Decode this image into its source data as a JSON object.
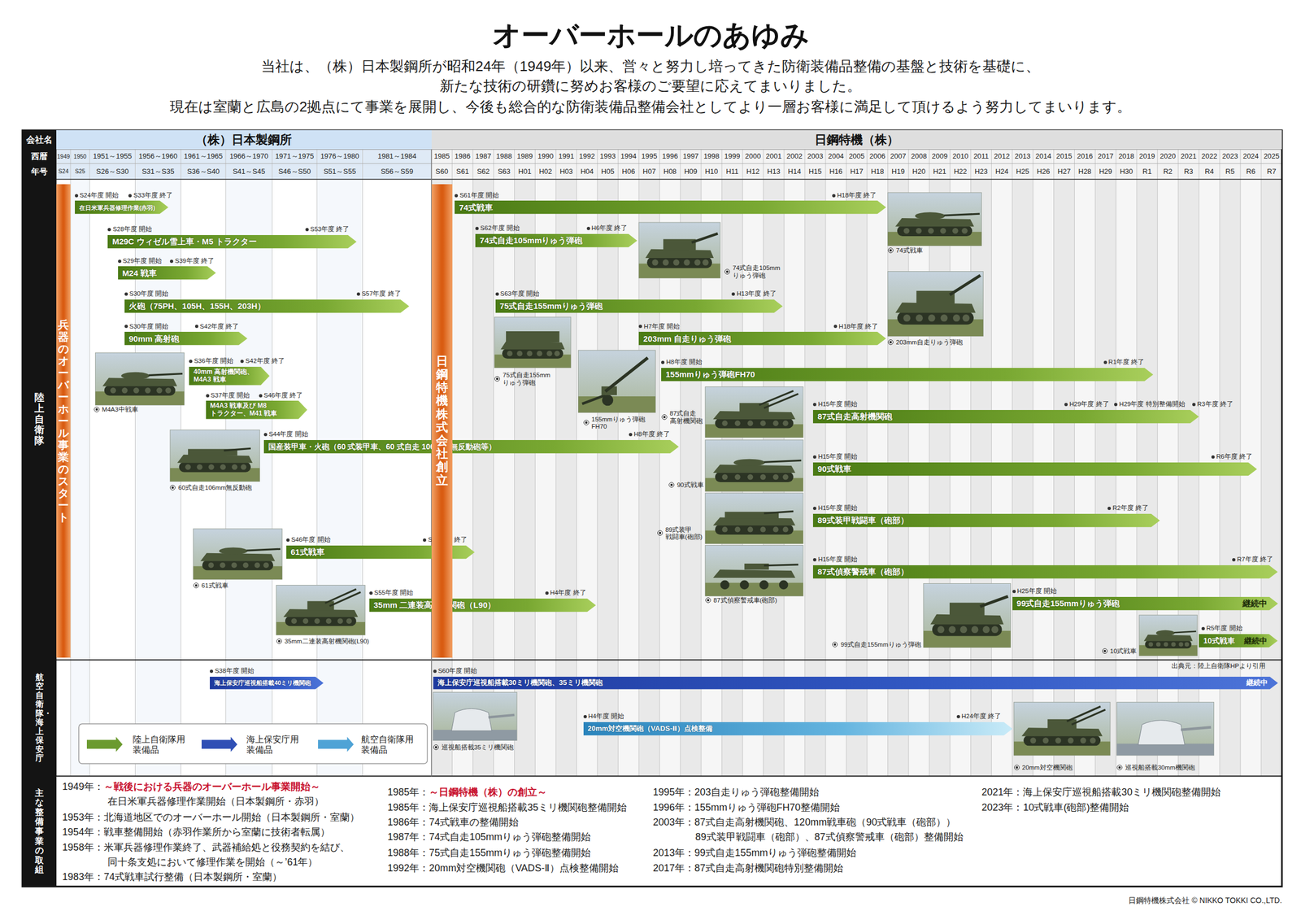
{
  "diagram": {
    "title": "オーバーホールのあゆみ",
    "nodes": [
      {
        "text": [
          "会社名"
        ]
      },
      {
        "text": [
          "（株）日本製鋼所"
        ]
      },
      {
        "text": [
          "日鋼特機（株）"
        ]
      },
      {
        "text": [
          "西暦"
        ]
      },
      {
        "text": [
          "年号"
        ]
      },
      {
        "text": [
          "陸上自衛隊"
        ]
      },
      {
        "text": [
          "兵器のオーバーホール事業のスタート"
        ]
      },
      {
        "text": [
          "在日米軍兵器修理作業(赤羽)",
          "S24年度 開始",
          "S33年度 終了"
        ]
      },
      {
        "text": [
          "M29C ウィゼル雪上車・M5 トラクター",
          "S28年度 開始",
          "S53年度 終了"
        ]
      },
      {
        "text": [
          "M24 戦車",
          "S29年度 開始",
          "S39年度 終了"
        ]
      },
      {
        "text": [
          "火砲（75PH、105H、155H、203H）",
          "S30年度 開始",
          "S57年度 終了"
        ]
      },
      {
        "text": [
          "90mm 高射砲",
          "S30年度 開始",
          "S42年度 終了"
        ]
      },
      {
        "text": [
          "40mm 高射機関砲、M4A3 戦車",
          "S36年度 開始",
          "S42年度 終了"
        ]
      },
      {
        "text": [
          "M4A3 戦車及び M8 トラクター、M41 戦車",
          "S37年度 開始",
          "S46年度 終了"
        ]
      },
      {
        "text": [
          "国産装甲車・火砲（60 式装甲車、60 式自走 106mm 無反動砲等）",
          "S44年度 開始",
          "H8年度 終了"
        ]
      },
      {
        "text": [
          "61式戦車",
          "S46年度 開始",
          "S61年度 終了"
        ]
      },
      {
        "text": [
          "35mm 二連装高射機関砲（L90）",
          "S55年度 開始",
          "H4年度 終了"
        ]
      },
      {
        "text": [
          "日鋼特機株式会社創立"
        ]
      },
      {
        "text": [
          "74式戦車",
          "S61年度 開始",
          "H18年度 終了"
        ]
      },
      {
        "text": [
          "74式自走105mmりゅう弾砲",
          "S62年度 開始",
          "H6年度 終了"
        ]
      },
      {
        "text": [
          "75式自走155mmりゅう弾砲",
          "S63年度 開始",
          "H13年度 終了"
        ]
      },
      {
        "text": [
          "203mm 自走りゅう弾砲",
          "H7年度 開始",
          "H18年度 終了"
        ]
      },
      {
        "text": [
          "155mmりゅう弾砲FH70",
          "H8年度 開始",
          "R1年度 終了"
        ]
      },
      {
        "text": [
          "87式自走高射機関砲",
          "H15年度 開始",
          "H29年度 終了",
          "H29年度 特別整備開始",
          "R3年度 終了"
        ]
      },
      {
        "text": [
          "90式戦車",
          "H15年度 開始",
          "R6年度 終了"
        ]
      },
      {
        "text": [
          "89式装甲戦闘車（砲部）",
          "H15年度 開始",
          "R2年度 終了"
        ]
      },
      {
        "text": [
          "87式偵察警戒車（砲部）",
          "H15年度 開始",
          "R7年度 終了"
        ]
      },
      {
        "text": [
          "99式自走155mmりゅう弾砲",
          "継続中",
          "H25年度 開始"
        ]
      },
      {
        "text": [
          "10式戦車",
          "継続中",
          "R5年度 開始"
        ]
      },
      {
        "text": [
          "航空自衛隊・海上保安庁"
        ]
      },
      {
        "text": [
          "海上保安庁巡視船搭載40ミリ機関砲",
          "S38年度 開始"
        ]
      },
      {
        "text": [
          "海上保安庁巡視船搭載30ミリ機関砲、35ミリ機関砲",
          "継続中",
          "S60年度 開始"
        ]
      },
      {
        "text": [
          "20mm対空機関砲（VADS-Ⅱ）点検整備",
          "H4年度 開始",
          "H24年度 終了"
        ]
      },
      {
        "text": [
          "主な整備事業の取組"
        ]
      }
    ],
    "labels": [
      "当社は、（株）日本製鋼所が昭和24年（1949年）以来、営々と努力し培ってきた防衛装備品整備の基盤と技術を基礎に、",
      "新たな技術の研鑽に努めお客様のご要望に応えてまいりました。",
      "現在は室蘭と広島の2拠点にて事業を展開し、今後も総合的な防衛装備品整備会社としてより一層お客様に満足して頂けるよう努力してまいります。",
      "1949",
      "1950",
      "1951～1955",
      "1956～1960",
      "1961～1965",
      "1966～1970",
      "1971～1975",
      "1976～1980",
      "1981～1984",
      "1985",
      "1986",
      "1987",
      "1988",
      "1989",
      "1990",
      "1991",
      "1992",
      "1993",
      "1994",
      "1995",
      "1996",
      "1997",
      "1998",
      "1999",
      "2000",
      "2001",
      "2002",
      "2003",
      "2004",
      "2005",
      "2006",
      "2007",
      "2008",
      "2009",
      "2010",
      "2011",
      "2012",
      "2013",
      "2014",
      "2015",
      "2016",
      "2017",
      "2018",
      "2019",
      "2020",
      "2021",
      "2022",
      "2023",
      "2024",
      "2025",
      "S24",
      "S25",
      "S26～S30",
      "S31～S35",
      "S36～S40",
      "S41～S45",
      "S46～S50",
      "S51～S55",
      "S56～S59",
      "S60",
      "S61",
      "S62",
      "S63",
      "H01",
      "H02",
      "H03",
      "H04",
      "H05",
      "H06",
      "H07",
      "H08",
      "H09",
      "H10",
      "H11",
      "H12",
      "H13",
      "H14",
      "H15",
      "H16",
      "H17",
      "H18",
      "H19",
      "H20",
      "H21",
      "H22",
      "H23",
      "H24",
      "H25",
      "H26",
      "H27",
      "H28",
      "H29",
      "H30",
      "R1",
      "R2",
      "R3",
      "R4",
      "R5",
      "R6",
      "R7",
      "M4A3中戦車",
      "60式自走106mm無反動砲",
      "61式戦車",
      "35mm二連装高射機関砲(L90)",
      "74式自走105mm りゅう弾砲",
      "74式戦車",
      "203mm自走りゅう弾砲",
      "75式自走155mm りゅう弾砲",
      "155mmりゅう弾砲 FH70",
      "87式自走 高射機関砲",
      "90式戦車",
      "89式装甲 戦闘車(砲部)",
      "87式偵察警戒車(砲部)",
      "99式自走155mmりゅう弾砲",
      "10式戦車",
      "巡視船搭載35ミリ機関砲",
      "20mm対空機関砲",
      "巡視船搭載30mm機関砲",
      "出典元：陸上自衛隊HPより引用",
      "1949年：",
      "～戦後における兵器のオーバーホール事業開始～",
      "在日米軍兵器修理作業開始（日本製鋼所・赤羽）",
      "1953年：北海道地区でのオーバーホール開始（日本製鋼所・室蘭）",
      "1954年：戦車整備開始（赤羽作業所から室蘭に技術者転属）",
      "1958年：米軍兵器修理作業終了、武器補給処と役務契約を結び、",
      "同十条支処において修理作業を開始（～’61年）",
      "1983年：74式戦車試行整備（日本製鋼所・室蘭）",
      "1985年：",
      "～日鋼特機（株）の創立～",
      "1985年：海上保安庁巡視船搭載35ミリ機関砲整備開始",
      "1986年：74式戦車の整備開始",
      "1987年：74式自走105mmりゅう弾砲整備開始",
      "1988年：75式自走155mmりゅう弾砲整備開始",
      "1992年：20mm対空機関砲（VADS-Ⅱ）点検整備開始",
      "1995年：203自走りゅう弾砲整備開始",
      "1996年：155mmりゅう弾砲FH70整備開始",
      "2003年：87式自走高射機関砲、120mm戦車砲（90式戦車（砲部））",
      "89式装甲戦闘車（砲部）、87式偵察警戒車（砲部）整備開始",
      "2013年：99式自走155mmりゅう弾砲整備開始",
      "2017年：87式自走高射機関砲特別整備開始",
      "2021年：海上保安庁巡視船搭載30ミリ機関砲整備開始",
      "2023年：10式戦車(砲部)整備開始",
      "日鋼特機株式会社 © NIKKO TOKKI CO.,LTD."
    ],
    "legend": [
      {
        "text": "陸上自衛隊用 装備品",
        "color": "#6b9a2f"
      },
      {
        "text": "海上保安庁用 装備品",
        "color": "#2f4fb5"
      },
      {
        "text": "航空自衛隊用 装備品",
        "color": "#4fa3d6"
      }
    ]
  }
}
